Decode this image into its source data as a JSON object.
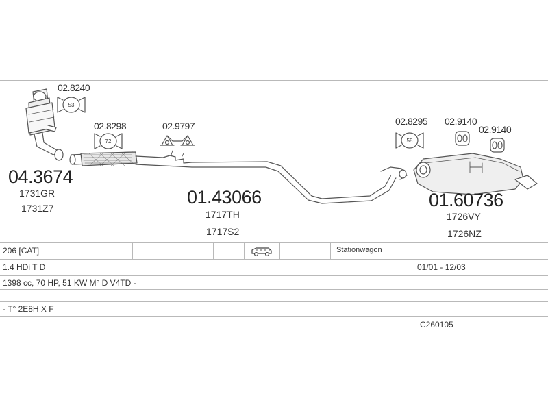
{
  "parts": [
    {
      "id": "part-catalyst",
      "number": "04.3674",
      "refs": [
        "1731GR",
        "1731Z7"
      ]
    },
    {
      "id": "part-middle-pipe",
      "number": "01.43066",
      "refs": [
        "1717TH",
        "1717S2"
      ]
    },
    {
      "id": "part-rear-silencer",
      "number": "01.60736",
      "refs": [
        "1726VY",
        "1726NZ"
      ]
    }
  ],
  "fittings": [
    {
      "id": "clamp-1",
      "number": "02.8240",
      "badge": "53"
    },
    {
      "id": "clamp-2",
      "number": "02.8298",
      "badge": "72"
    },
    {
      "id": "hanger-1",
      "number": "02.9797",
      "badge": ""
    },
    {
      "id": "clamp-3",
      "number": "02.8295",
      "badge": "58"
    },
    {
      "id": "hanger-2",
      "number": "02.9140",
      "badge": ""
    },
    {
      "id": "hanger-3",
      "number": "02.9140",
      "badge": ""
    }
  ],
  "table": {
    "model": "206  [CAT]",
    "body_icon": "station-wagon-icon",
    "body_type": "Stationwagon",
    "engine": "1.4 HDi T D",
    "years": "01/01 - 12/03",
    "specs": "1398 cc, 70 HP, 51 KW  M° D V4TD -",
    "type_code": "- T° 2E8H X F",
    "catalog_code": "C260105"
  },
  "colors": {
    "line": "#555555",
    "grid": "#b9b9b9",
    "text": "#333333"
  }
}
